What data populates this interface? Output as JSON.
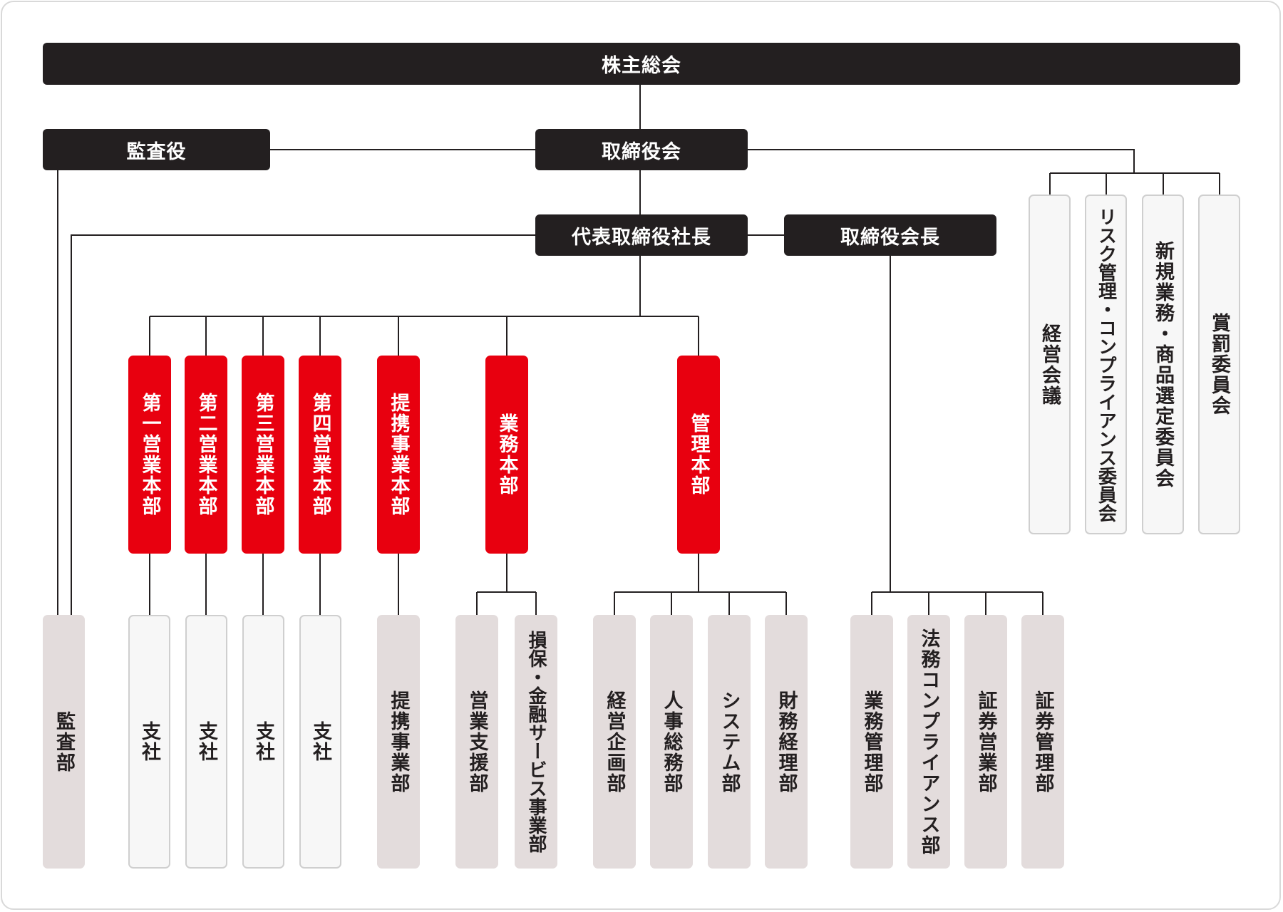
{
  "top": {
    "shareholders": "株主総会",
    "auditor": "監査役",
    "board": "取締役会",
    "president": "代表取締役社長",
    "chairman": "取締役会長"
  },
  "committees": [
    "経営会議",
    "リスク管理・コンプライアンス委員会",
    "新規業務・商品選定委員会",
    "賞罰委員会"
  ],
  "divisions": [
    "第一営業本部",
    "第二営業本部",
    "第三営業本部",
    "第四営業本部",
    "提携事業本部",
    "業務本部",
    "管理本部"
  ],
  "departments": {
    "audit": "監査部",
    "branches": [
      "支社",
      "支社",
      "支社",
      "支社"
    ],
    "alliance": "提携事業部",
    "operations": [
      "営業支援部",
      "損保・金融サービス事業部"
    ],
    "administration": [
      "経営企画部",
      "人事総務部",
      "システム部",
      "財務経理部"
    ],
    "chairman_units": [
      "業務管理部",
      "法務コンプライアンス部",
      "証券営業部",
      "証券管理部"
    ]
  },
  "colors": {
    "black_box": "#231f20",
    "red_box": "#e8000f",
    "gray_box": "#e3dcdc",
    "light_box": "#f7f7f7",
    "line": "#231f20"
  }
}
